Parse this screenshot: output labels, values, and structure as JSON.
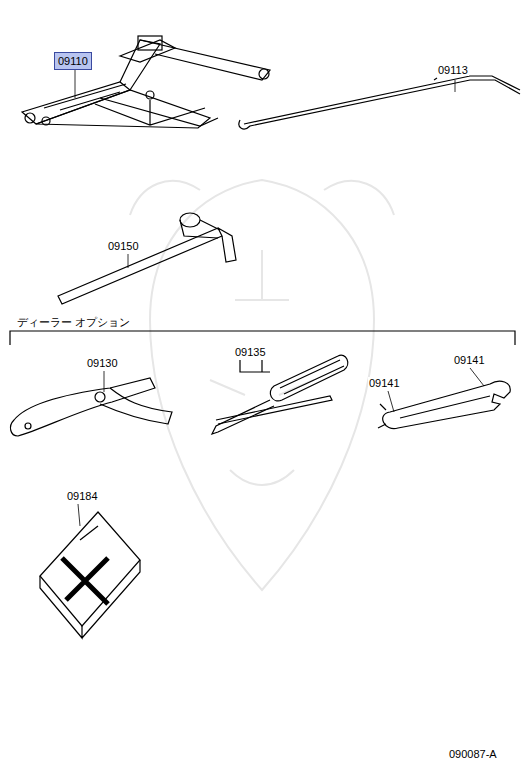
{
  "diagram": {
    "nodes": [
      {
        "text": [
          "09110"
        ]
      }
    ],
    "labels": [
      "09113",
      "09150",
      "ディーラー オプション",
      "09130",
      "09135",
      "09141",
      "09141",
      "09184",
      "090087-A"
    ]
  }
}
